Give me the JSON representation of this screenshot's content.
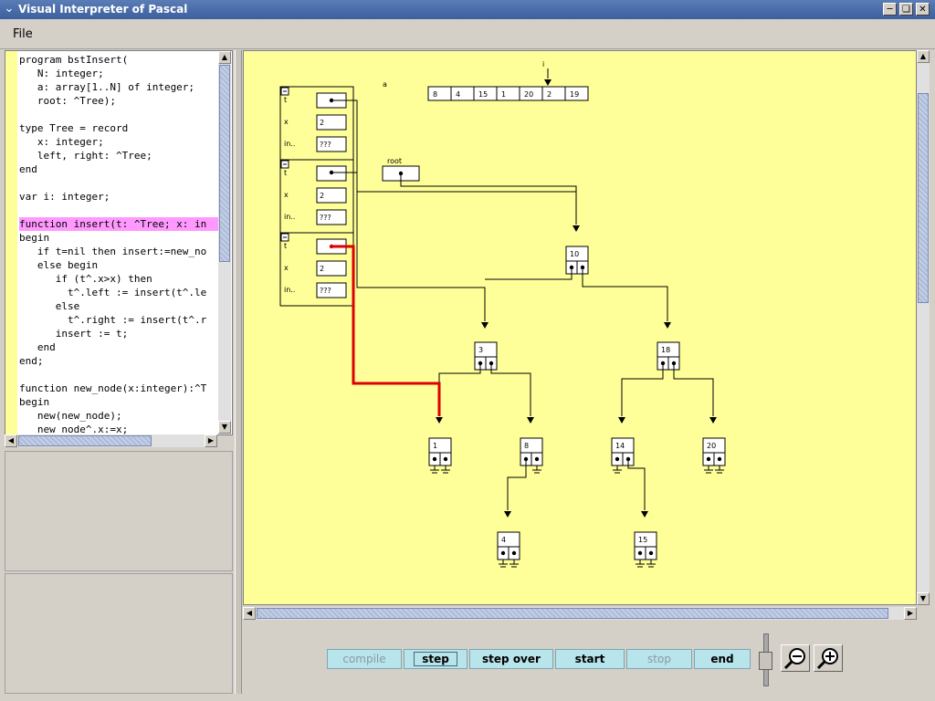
{
  "window": {
    "title": "Visual Interpreter of Pascal",
    "app_icon": "chevron-down-icon",
    "controls": [
      "minimize-icon",
      "restore-icon",
      "close-icon"
    ]
  },
  "menu": {
    "items": [
      "File"
    ]
  },
  "code": {
    "lines": [
      "program bstInsert(",
      "   N: integer;",
      "   a: array[1..N] of integer;",
      "   root: ^Tree);",
      "",
      "type Tree = record",
      "   x: integer;",
      "   left, right: ^Tree;",
      "end",
      "",
      "var i: integer;",
      "",
      "function insert(t: ^Tree; x: in",
      "begin",
      "   if t=nil then insert:=new_no",
      "   else begin",
      "      if (t^.x>x) then",
      "        t^.left := insert(t^.le",
      "      else",
      "        t^.right := insert(t^.r",
      "      insert := t;",
      "   end",
      "end;",
      "",
      "function new_node(x:integer):^T",
      "begin",
      "   new(new_node);",
      "   new_node^.x:=x;"
    ],
    "highlighted_line": 12
  },
  "visualization": {
    "array_label": "a",
    "array_values": [
      "8",
      "4",
      "15",
      "1",
      "20",
      "2",
      "19"
    ],
    "index_label": "i",
    "root_label": "root",
    "frames": [
      {
        "fields": [
          {
            "name": "t",
            "value": ""
          },
          {
            "name": "x",
            "value": "2"
          },
          {
            "name": "in..",
            "value": "???"
          }
        ]
      },
      {
        "fields": [
          {
            "name": "t",
            "value": ""
          },
          {
            "name": "x",
            "value": "2"
          },
          {
            "name": "in..",
            "value": "???"
          }
        ]
      },
      {
        "fields": [
          {
            "name": "t",
            "value": ""
          },
          {
            "name": "x",
            "value": "2"
          },
          {
            "name": "in..",
            "value": "???"
          }
        ]
      }
    ],
    "frame_collapse_icon": "minus-icon",
    "tree_nodes": [
      "10",
      "3",
      "18",
      "1",
      "8",
      "14",
      "20",
      "4",
      "15"
    ],
    "highlight_color": "#dd0000",
    "canvas_color": "#ffff99"
  },
  "toolbar": {
    "compile": "compile",
    "step": "step",
    "step_over": "step over",
    "start": "start",
    "stop": "stop",
    "end": "end",
    "zoom_out_icon": "zoom-out-icon",
    "zoom_in_icon": "zoom-in-icon",
    "speed_slider_icon": "slider-icon"
  }
}
